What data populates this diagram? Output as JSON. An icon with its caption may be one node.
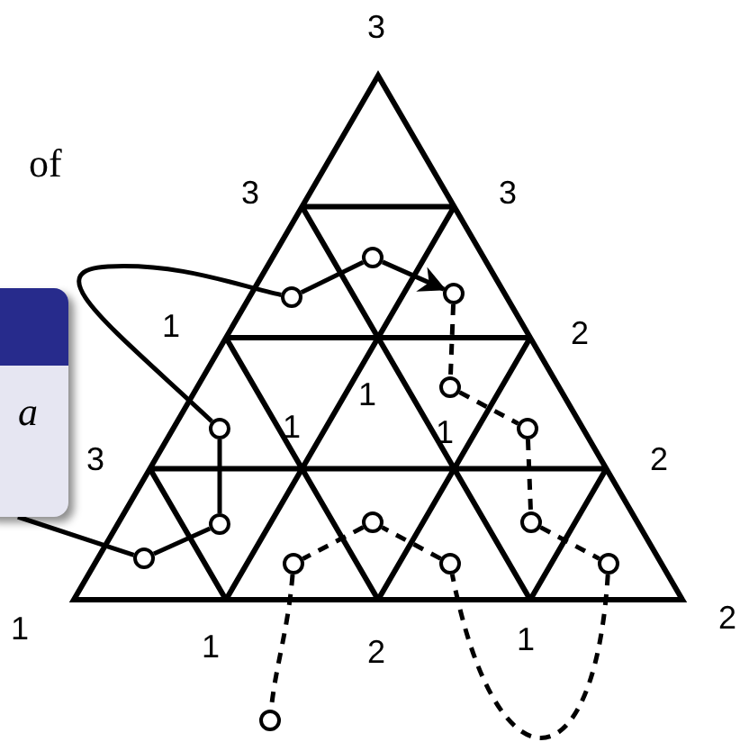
{
  "diagram": {
    "nodes": [
      {
        "text": [
          "a"
        ]
      },
      {
        "text": [],
        "shape": "circle"
      },
      {
        "text": [],
        "shape": "circle"
      },
      {
        "text": [],
        "shape": "circle"
      },
      {
        "text": [],
        "shape": "circle"
      },
      {
        "text": [],
        "shape": "circle"
      },
      {
        "text": [],
        "shape": "circle"
      },
      {
        "text": [],
        "shape": "circle"
      },
      {
        "text": [],
        "shape": "circle"
      },
      {
        "text": [],
        "shape": "circle"
      },
      {
        "text": [],
        "shape": "circle"
      },
      {
        "text": [],
        "shape": "circle"
      },
      {
        "text": [],
        "shape": "circle"
      },
      {
        "text": [],
        "shape": "circle"
      },
      {
        "text": [],
        "shape": "circle"
      }
    ],
    "edges": [
      {
        "from": 0,
        "to": 1,
        "arrow": "none"
      },
      {
        "from": 1,
        "to": 2,
        "arrow": "none"
      },
      {
        "from": 2,
        "to": 3,
        "arrow": "none"
      },
      {
        "from": 3,
        "to": 4,
        "arrow": "none"
      },
      {
        "from": 4,
        "to": 5,
        "arrow": "none"
      },
      {
        "from": 5,
        "to": 6,
        "arrow": "to"
      },
      {
        "from": 6,
        "to": 7,
        "arrow": "none",
        "style": "dashed"
      },
      {
        "from": 7,
        "to": 8,
        "arrow": "none",
        "style": "dashed"
      },
      {
        "from": 8,
        "to": 9,
        "arrow": "none",
        "style": "dashed"
      },
      {
        "from": 9,
        "to": 10,
        "arrow": "none",
        "style": "dashed"
      },
      {
        "from": 10,
        "to": 11,
        "arrow": "none",
        "style": "dashed"
      },
      {
        "from": 11,
        "to": 12,
        "arrow": "none",
        "style": "dashed"
      },
      {
        "from": 12,
        "to": 13,
        "arrow": "none",
        "style": "dashed"
      },
      {
        "from": 13,
        "to": 14,
        "arrow": "none",
        "style": "dashed"
      }
    ],
    "labels": [
      "3",
      "of",
      "3",
      "3",
      "1",
      "2",
      "1",
      "1",
      "1",
      "3",
      "2",
      "1",
      "1",
      "2",
      "1",
      "2"
    ]
  }
}
